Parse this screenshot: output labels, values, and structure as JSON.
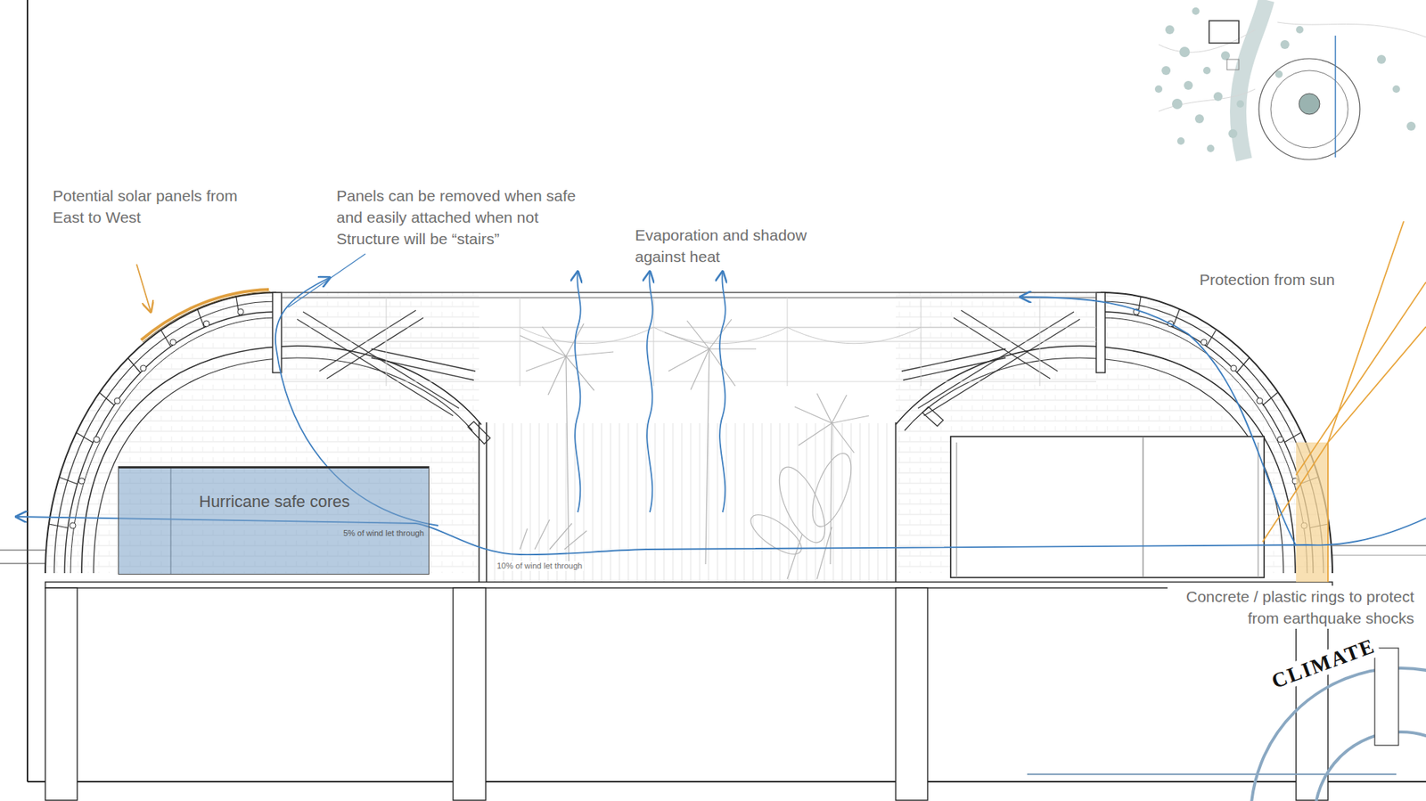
{
  "diagram": {
    "title": "CLIMATE",
    "nodes": [
      {
        "text": [
          "Hurricane safe cores",
          "5% of wind let through"
        ]
      }
    ],
    "labels": [
      "Potential solar panels from East to West",
      "Panels can be removed when safe and easily attached when not Structure will be “stairs”",
      "Evaporation and shadow against heat",
      "Protection from sun",
      "10% of wind let through",
      "Concrete / plastic rings to protect from earthquake shocks"
    ]
  }
}
